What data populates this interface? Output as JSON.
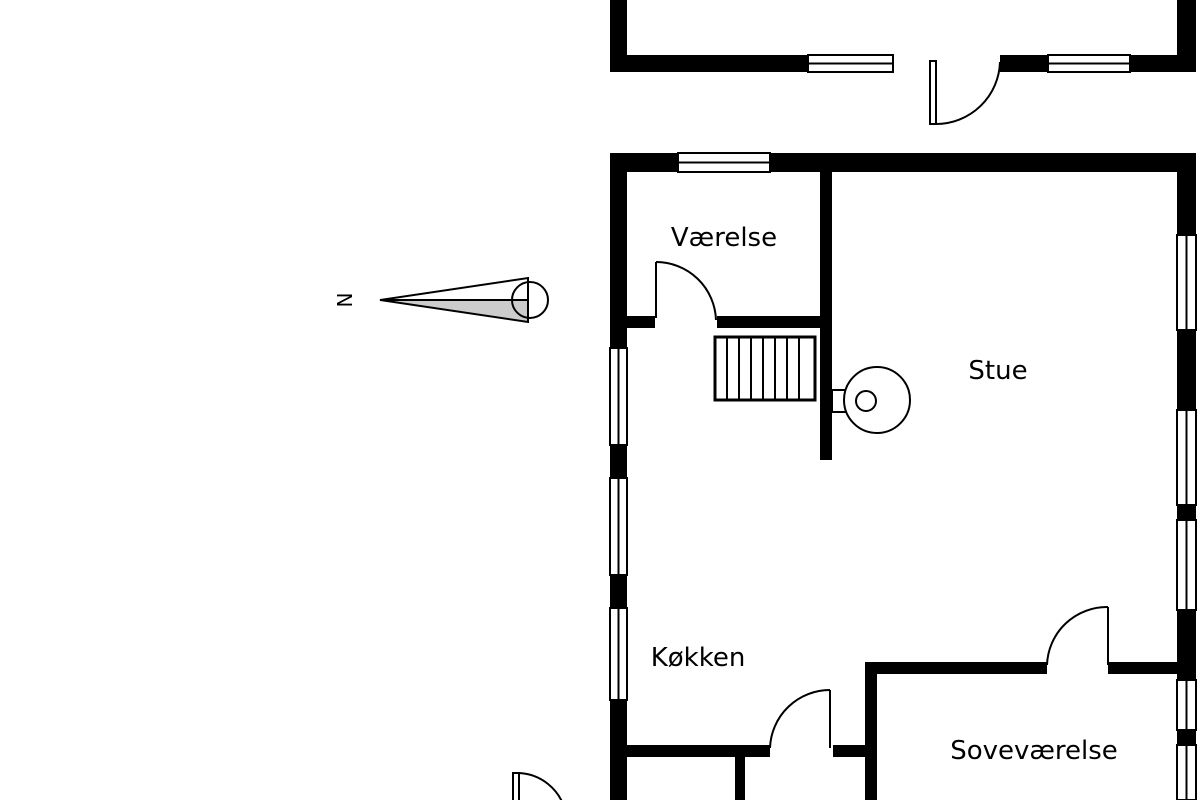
{
  "plan": {
    "rooms": {
      "vaerelse": "Værelse",
      "stue": "Stue",
      "kokken": "Køkken",
      "sovevaerelse": "Soveværelse"
    },
    "compass_label": "N",
    "colors": {
      "wall": "#000000",
      "compass_fill": "#cccccc"
    }
  }
}
